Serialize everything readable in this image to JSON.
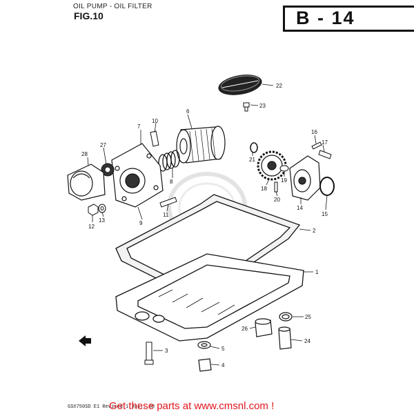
{
  "header": {
    "title": "OIL PUMP - OIL FILTER",
    "figure": "FIG.10",
    "page_code": "B - 14"
  },
  "footer": {
    "model_code": "GSX750SD E1  Revised 1 Jul.. 88",
    "link_text": "Get these parts at www.cmsnl.com !"
  },
  "callouts": [
    "22",
    "23",
    "6",
    "10",
    "7",
    "28",
    "27",
    "8",
    "16",
    "17",
    "21",
    "19",
    "18",
    "20",
    "14",
    "15",
    "2",
    "9",
    "11",
    "12",
    "13",
    "1",
    "25",
    "26",
    "24",
    "3",
    "5",
    "4"
  ],
  "colors": {
    "line": "#111111",
    "link": "#e0161e",
    "watermark": "#d8d8d8"
  }
}
